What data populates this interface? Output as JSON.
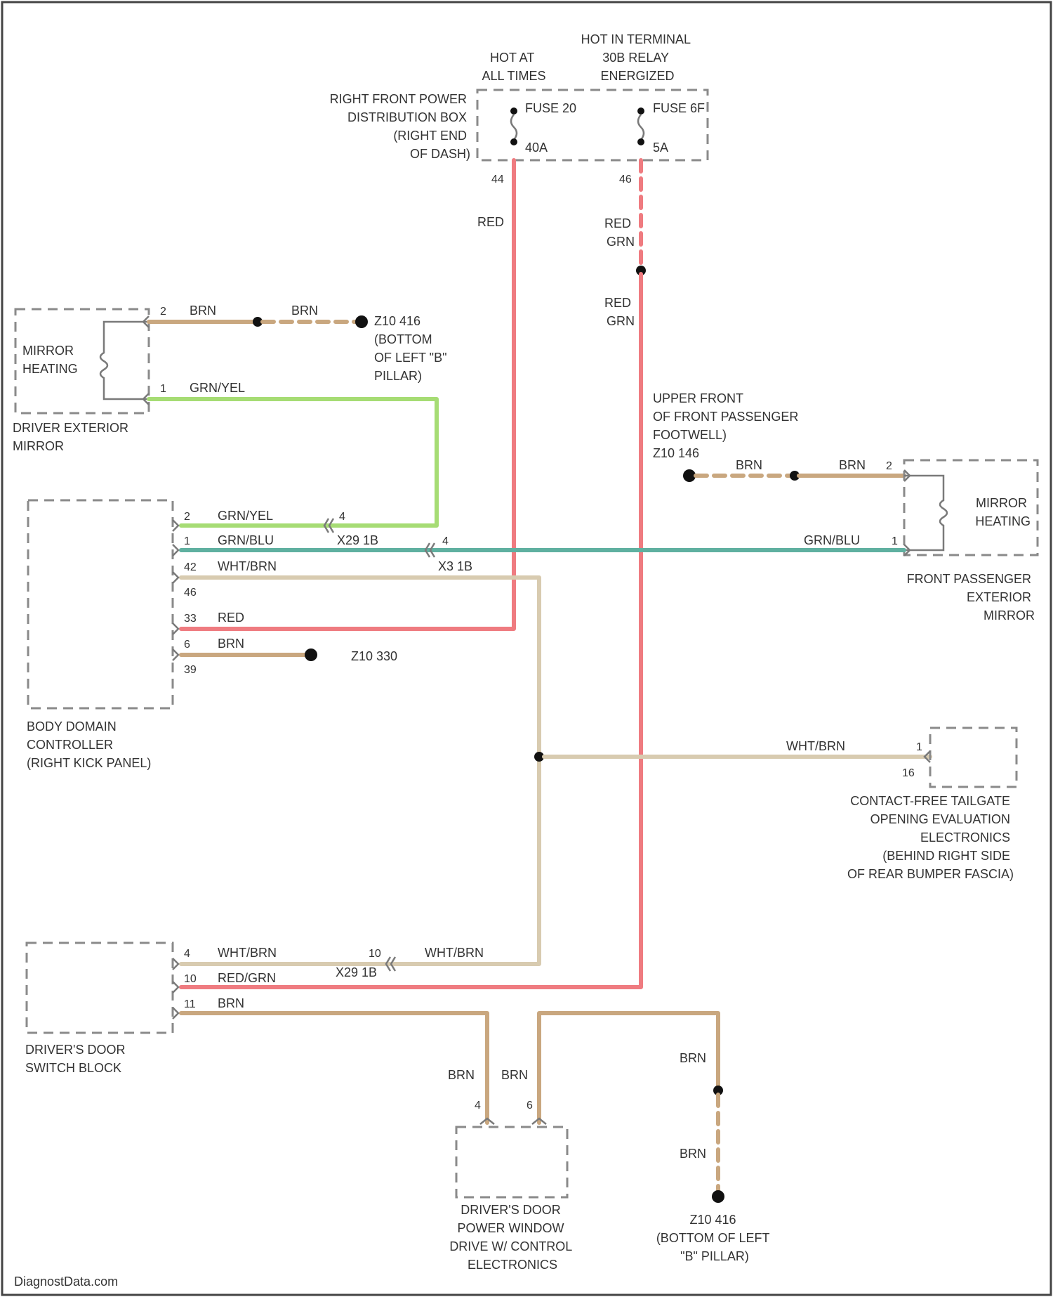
{
  "colors": {
    "red": "#ef7b80",
    "brown": "#c9a77f",
    "green": "#a6dc74",
    "teal": "#5fb0a0",
    "whitebrown": "#d8cbb0",
    "dot": "#111111",
    "box": "#8a8a8a"
  },
  "headers": {
    "hot_at_all_times": [
      "HOT AT",
      "ALL TIMES"
    ],
    "hot_in_terminal": [
      "HOT IN TERMINAL",
      "30B RELAY",
      "ENERGIZED"
    ]
  },
  "components": {
    "power_box": [
      "RIGHT FRONT POWER",
      "DISTRIBUTION BOX",
      "(RIGHT END",
      "OF DASH)"
    ],
    "driver_mirror_inner": [
      "MIRROR",
      "HEATING"
    ],
    "driver_mirror": [
      "DRIVER EXTERIOR",
      "MIRROR"
    ],
    "passenger_mirror_inner": [
      "MIRROR",
      "HEATING"
    ],
    "passenger_mirror": [
      "FRONT PASSENGER",
      "EXTERIOR",
      "MIRROR"
    ],
    "bdc": [
      "BODY DOMAIN",
      "CONTROLLER",
      "(RIGHT KICK PANEL)"
    ],
    "tailgate": [
      "CONTACT-FREE TAILGATE",
      "OPENING EVALUATION",
      "ELECTRONICS",
      "(BEHIND RIGHT SIDE",
      "OF REAR BUMPER FASCIA)"
    ],
    "door_switch": [
      "DRIVER'S DOOR",
      "SWITCH BLOCK"
    ],
    "window_drive": [
      "DRIVER'S DOOR",
      "POWER WINDOW",
      "DRIVE W/ CONTROL",
      "ELECTRONICS"
    ]
  },
  "fuses": {
    "fuse1": {
      "name": "FUSE 20",
      "rating": "40A",
      "pin": "44"
    },
    "fuse2": {
      "name": "FUSE 6F",
      "rating": "5A",
      "pin": "46"
    }
  },
  "grounds": {
    "z10_416_top": [
      "Z10 416",
      "(BOTTOM",
      "OF LEFT \"B\"",
      "PILLAR)"
    ],
    "z10_146": [
      "UPPER FRONT",
      "OF FRONT PASSENGER",
      "FOOTWELL)",
      "Z10 146"
    ],
    "z10_330": "Z10 330",
    "z10_416_bottom": [
      "Z10 416",
      "(BOTTOM OF LEFT",
      "\"B\" PILLAR)"
    ]
  },
  "connectors": {
    "x29_1b_top": "X29 1B",
    "x3_1b": "X3 1B",
    "x29_1b_bottom": "X29 1B"
  },
  "wires": {
    "red": "RED",
    "red_grn": [
      "RED",
      "GRN"
    ],
    "brn": "BRN",
    "grn_yel": "GRN/YEL",
    "grn_blu": "GRN/BLU",
    "wht_brn": "WHT/BRN",
    "red_grn_inline": "RED/GRN"
  },
  "pins": {
    "dm_2": "2",
    "dm_1": "1",
    "pm_2": "2",
    "pm_1": "1",
    "bdc": [
      "2",
      "1",
      "42",
      "46",
      "33",
      "6",
      "39"
    ],
    "x29_top": "4",
    "x3": "4",
    "tailgate_1": "1",
    "tailgate_16": "16",
    "ds": [
      "4",
      "10",
      "11"
    ],
    "x29_bottom": "10",
    "win_4": "4",
    "win_6": "6"
  },
  "footer": "DiagnostData.com"
}
